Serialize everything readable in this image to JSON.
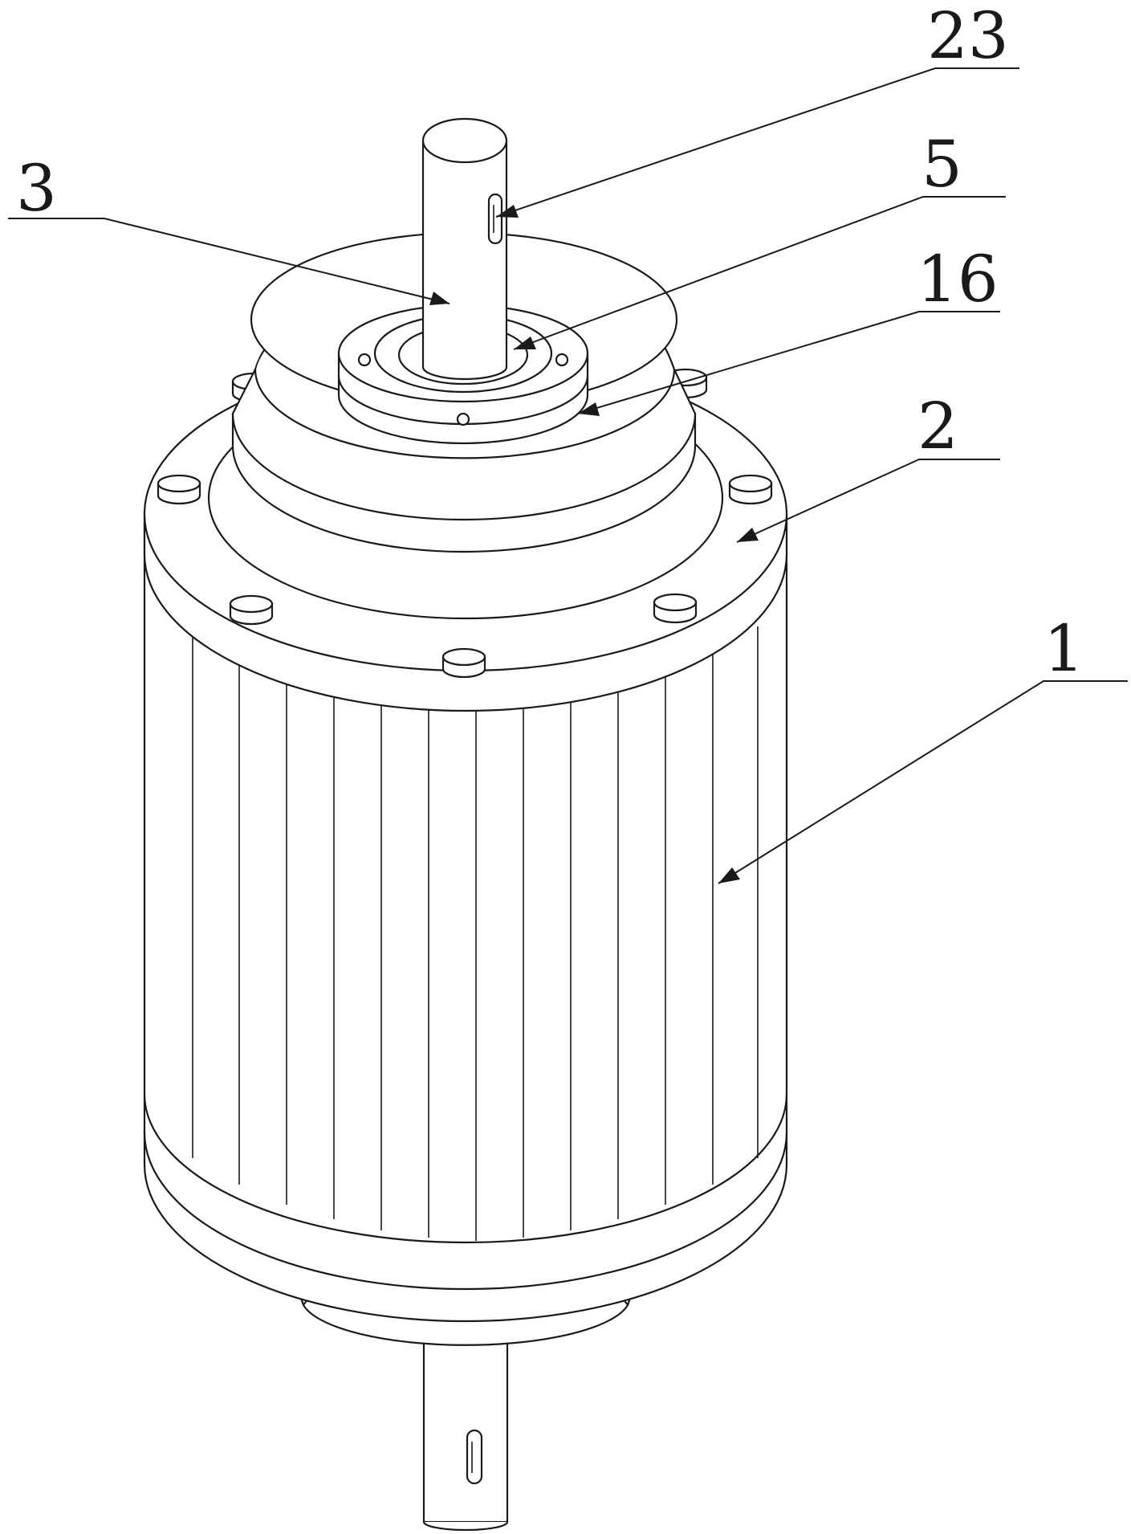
{
  "figure": {
    "callouts": [
      {
        "id": "c23",
        "label": "23"
      },
      {
        "id": "c5",
        "label": "5"
      },
      {
        "id": "c16",
        "label": "16"
      },
      {
        "id": "c3",
        "label": "3"
      },
      {
        "id": "c2",
        "label": "2"
      },
      {
        "id": "c1",
        "label": "1"
      }
    ]
  }
}
